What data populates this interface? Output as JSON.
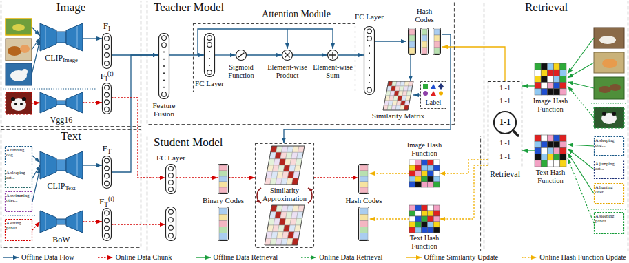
{
  "diagram": {
    "nodes": [
      {
        "text": [
          "Image"
        ]
      },
      {
        "text": [
          "CLIP",
          "Image"
        ],
        "in": 0
      },
      {
        "text": [
          "Vgg16"
        ],
        "in": 0
      },
      {
        "text": [
          "F",
          "I"
        ],
        "in": 0
      },
      {
        "text": [
          "F",
          "I",
          "(t)"
        ],
        "in": 0
      },
      {
        "text": [
          "Text"
        ]
      },
      {
        "text": [
          "A running dog..."
        ],
        "in": 5
      },
      {
        "text": [
          "A sleeping cat..."
        ],
        "in": 5
      },
      {
        "text": [
          "A swimming otter..."
        ],
        "in": 5
      },
      {
        "text": [
          "A eating panda..."
        ],
        "in": 5
      },
      {
        "text": [
          "CLIP",
          "Text"
        ],
        "in": 5
      },
      {
        "text": [
          "BoW"
        ],
        "in": 5
      },
      {
        "text": [
          "F",
          "T"
        ],
        "in": 5
      },
      {
        "text": [
          "F",
          "T",
          "(t)"
        ],
        "in": 5
      },
      {
        "text": [
          "Teacher Model"
        ]
      },
      {
        "text": [
          "Feature Fusion"
        ],
        "in": 14
      },
      {
        "text": [
          "Attention Module"
        ],
        "in": 14
      },
      {
        "text": [
          "FC Layer"
        ],
        "in": 16
      },
      {
        "text": [
          "Sigmoid Function"
        ],
        "in": 16
      },
      {
        "text": [
          "Element-wise Product"
        ],
        "in": 16
      },
      {
        "text": [
          "Element-wise Sum"
        ],
        "in": 16
      },
      {
        "text": [
          "FC Layer"
        ],
        "in": 14
      },
      {
        "text": [
          "Hash Codes"
        ],
        "in": 14
      },
      {
        "text": [
          "Similarity Matrix"
        ],
        "in": 14
      },
      {
        "text": [
          "Label"
        ],
        "in": 14
      },
      {
        "text": [
          "Student Model"
        ]
      },
      {
        "text": [
          "FC Layer"
        ],
        "in": 25
      },
      {
        "text": [
          "Binary Codes"
        ],
        "in": 25
      },
      {
        "text": [
          "Similarity Approximation"
        ],
        "in": 25
      },
      {
        "text": [
          "Image Hash Function"
        ],
        "in": 25
      },
      {
        "text": [
          "Hash Codes"
        ],
        "in": 25
      },
      {
        "text": [
          "Text Hash Function"
        ],
        "in": 25
      },
      {
        "text": [
          "Retrieval"
        ]
      },
      {
        "text": [
          "1 -1",
          "1 -1",
          "1-1",
          "1 -1",
          "1 -1",
          "Retrieval"
        ],
        "in": 32
      },
      {
        "text": [
          "Image Hash Function"
        ],
        "in": 32
      },
      {
        "text": [
          "Text Hash Function"
        ],
        "in": 32
      },
      {
        "text": [
          "A sleeping dog..."
        ],
        "in": 32
      },
      {
        "text": [
          "A jumping cat..."
        ],
        "in": 32
      },
      {
        "text": [
          "A hunting otter..."
        ],
        "in": 32
      },
      {
        "text": [
          "A sleeping panda..."
        ],
        "in": 32
      }
    ],
    "edges": [
      {
        "from": 1,
        "to": 3,
        "arrow": "to"
      },
      {
        "from": 2,
        "to": 4,
        "arrow": "to"
      },
      {
        "from": 10,
        "to": 12,
        "arrow": "to"
      },
      {
        "from": 11,
        "to": 13,
        "arrow": "to"
      },
      {
        "from": 3,
        "to": 15,
        "arrow": "to"
      },
      {
        "from": 12,
        "to": 15,
        "arrow": "to"
      },
      {
        "from": 15,
        "to": 17,
        "arrow": "to"
      },
      {
        "from": 17,
        "to": 18,
        "arrow": "to"
      },
      {
        "from": 18,
        "to": 19,
        "arrow": "to"
      },
      {
        "from": 19,
        "to": 20,
        "arrow": "to"
      },
      {
        "from": 20,
        "to": 21,
        "arrow": "to"
      },
      {
        "from": 21,
        "to": 22,
        "arrow": "to"
      },
      {
        "from": 22,
        "to": 23,
        "arrow": "to"
      },
      {
        "from": 24,
        "to": 23,
        "arrow": "to"
      },
      {
        "from": 22,
        "to": 28,
        "arrow": "to"
      },
      {
        "from": 33,
        "to": 22,
        "arrow": "to"
      },
      {
        "from": 4,
        "to": 26,
        "arrow": "to"
      },
      {
        "from": 13,
        "to": 26,
        "arrow": "to"
      },
      {
        "from": 26,
        "to": 27,
        "arrow": "to"
      },
      {
        "from": 27,
        "to": 28,
        "arrow": "to"
      },
      {
        "from": 28,
        "to": 30,
        "arrow": "to"
      },
      {
        "from": 29,
        "to": 30,
        "arrow": "to"
      },
      {
        "from": 31,
        "to": 30,
        "arrow": "to"
      },
      {
        "from": 33,
        "to": 29,
        "arrow": "to"
      },
      {
        "from": 33,
        "to": 31,
        "arrow": "to"
      },
      {
        "from": 34,
        "to": 33,
        "arrow": "to"
      },
      {
        "from": 35,
        "to": 33,
        "arrow": "to"
      }
    ],
    "legend": [
      {
        "text": "Offline Data Flow"
      },
      {
        "text": "Online Data Chunk"
      },
      {
        "text": "Offline Data Retrieval"
      },
      {
        "text": "Online Data Retrieval"
      },
      {
        "text": "Offline Similarity Update"
      },
      {
        "text": "Online Hash Function Update"
      }
    ]
  }
}
